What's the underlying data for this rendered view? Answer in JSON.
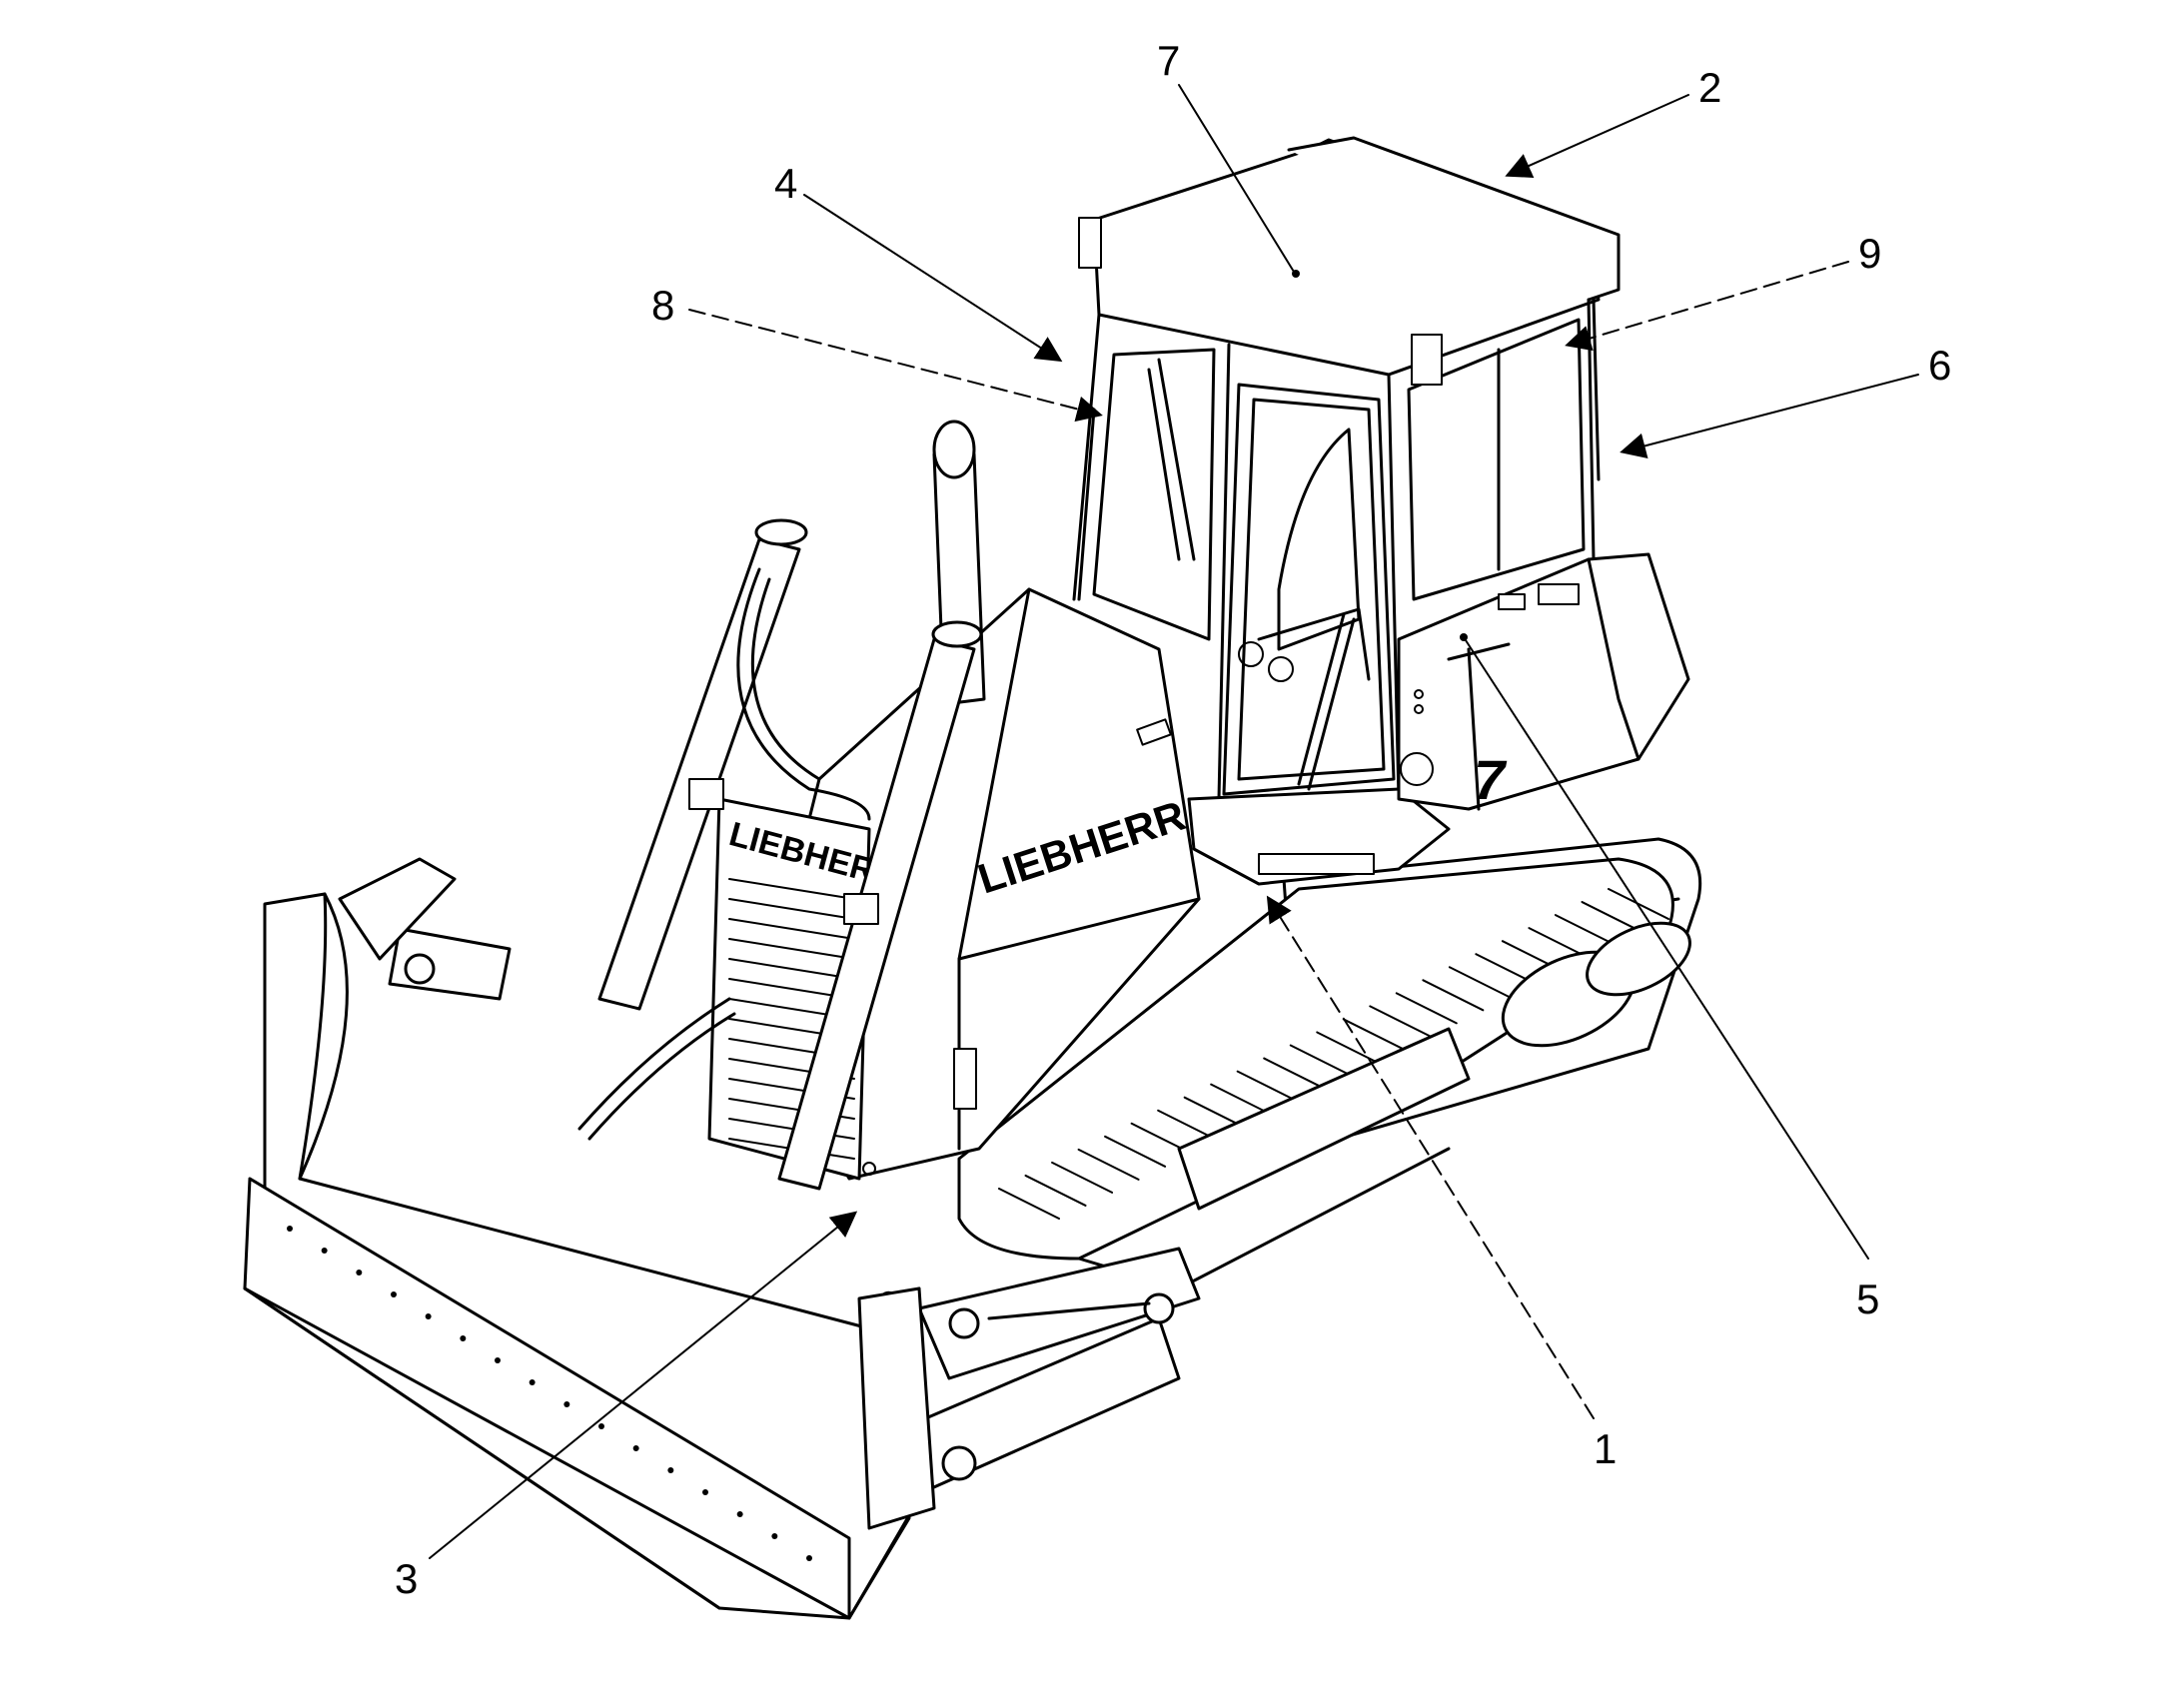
{
  "diagram": {
    "brand_side": "LIEBHERR",
    "brand_front": "LIEBHERR",
    "model_badge": "7",
    "callouts": [
      {
        "id": "c1",
        "label": "1",
        "style": "dashed"
      },
      {
        "id": "c2",
        "label": "2",
        "style": "solid"
      },
      {
        "id": "c3",
        "label": "3",
        "style": "solid"
      },
      {
        "id": "c4",
        "label": "4",
        "style": "solid"
      },
      {
        "id": "c5",
        "label": "5",
        "style": "solid"
      },
      {
        "id": "c6",
        "label": "6",
        "style": "solid"
      },
      {
        "id": "c7",
        "label": "7",
        "style": "solid"
      },
      {
        "id": "c8",
        "label": "8",
        "style": "dashed"
      },
      {
        "id": "c9",
        "label": "9",
        "style": "dashed"
      }
    ]
  }
}
